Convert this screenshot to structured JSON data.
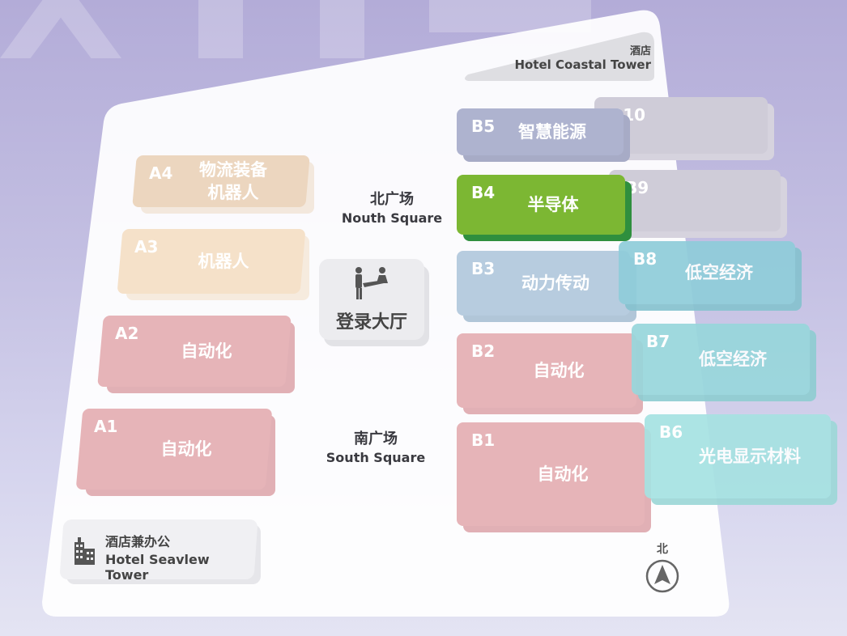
{
  "map": {
    "north_square": {
      "zh": "北广场",
      "en": "Nouth Square"
    },
    "south_square": {
      "zh": "南广场",
      "en": "South Square"
    },
    "lobby": {
      "label": "登录大厅",
      "icon": "registration-desk-icon"
    },
    "hotel_coastal": {
      "zh": "酒店",
      "en": "Hotel Coastal Tower"
    },
    "hotel_seaview": {
      "zh": "酒店兼办公",
      "en": "Hotel Seavlew Tower",
      "icon": "building-icon"
    },
    "compass": {
      "label": "北",
      "icon": "north-arrow-icon"
    },
    "halls": {
      "A4": {
        "code": "A4",
        "line1": "物流装备",
        "line2": "机器人",
        "color": "#ecd6bf"
      },
      "A3": {
        "code": "A3",
        "line1": "机器人",
        "line2": "",
        "color": "#f5e1c9"
      },
      "A2": {
        "code": "A2",
        "line1": "自动化",
        "line2": "",
        "color": "#e6b4b8"
      },
      "A1": {
        "code": "A1",
        "line1": "自动化",
        "line2": "",
        "color": "#e6b4b8"
      },
      "B10": {
        "code": "B10",
        "line1": "",
        "line2": "",
        "color": "#cfccd8"
      },
      "B9": {
        "code": "B9",
        "line1": "",
        "line2": "",
        "color": "#cfccd8"
      },
      "B8": {
        "code": "B8",
        "line1": "低空经济",
        "line2": "",
        "color": "#8fcdda"
      },
      "B7": {
        "code": "B7",
        "line1": "低空经济",
        "line2": "",
        "color": "#98d7dc"
      },
      "B6": {
        "code": "B6",
        "line1": "光电显示材料",
        "line2": "",
        "color": "#a6e2e2"
      },
      "B5": {
        "code": "B5",
        "line1": "智慧能源",
        "line2": "",
        "color": "#aeb3cf"
      },
      "B4": {
        "code": "B4",
        "line1": "半导体",
        "line2": "",
        "color": "#7cb733",
        "highlighted": true
      },
      "B3": {
        "code": "B3",
        "line1": "动力传动",
        "line2": "",
        "color": "#b7ccdf"
      },
      "B2": {
        "code": "B2",
        "line1": "自动化",
        "line2": "",
        "color": "#e6b4b8"
      },
      "B1": {
        "code": "B1",
        "line1": "自动化",
        "line2": "",
        "color": "#e6b4b8"
      }
    }
  }
}
